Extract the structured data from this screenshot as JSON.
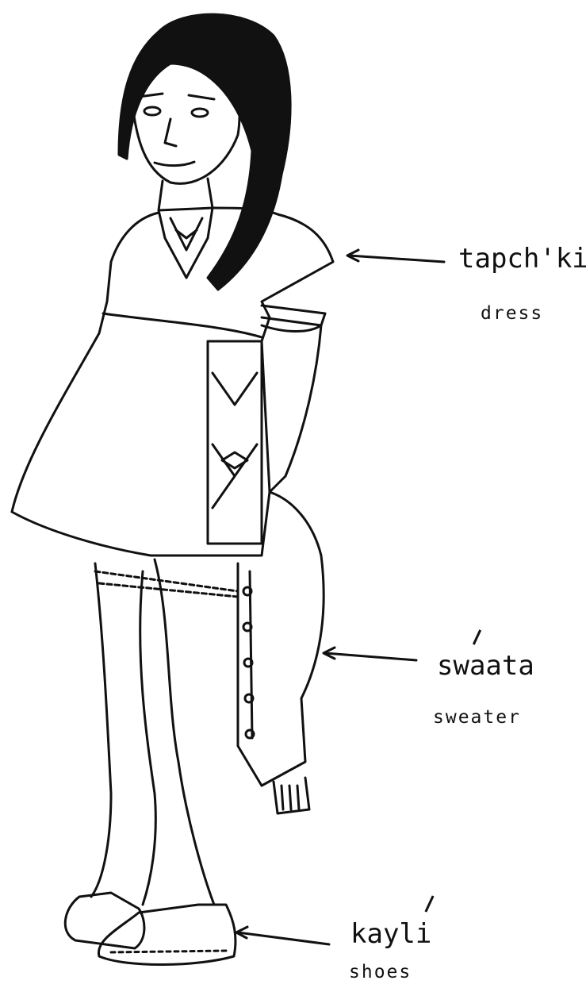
{
  "labels": [
    {
      "id": "dress",
      "word": "tapch'ki",
      "gloss": "dress"
    },
    {
      "id": "sweater",
      "word": "swaata",
      "gloss": "sweater"
    },
    {
      "id": "shoes",
      "word": "kayli",
      "gloss": "shoes"
    }
  ],
  "colors": {
    "ink": "#111111",
    "paper": "#ffffff"
  }
}
